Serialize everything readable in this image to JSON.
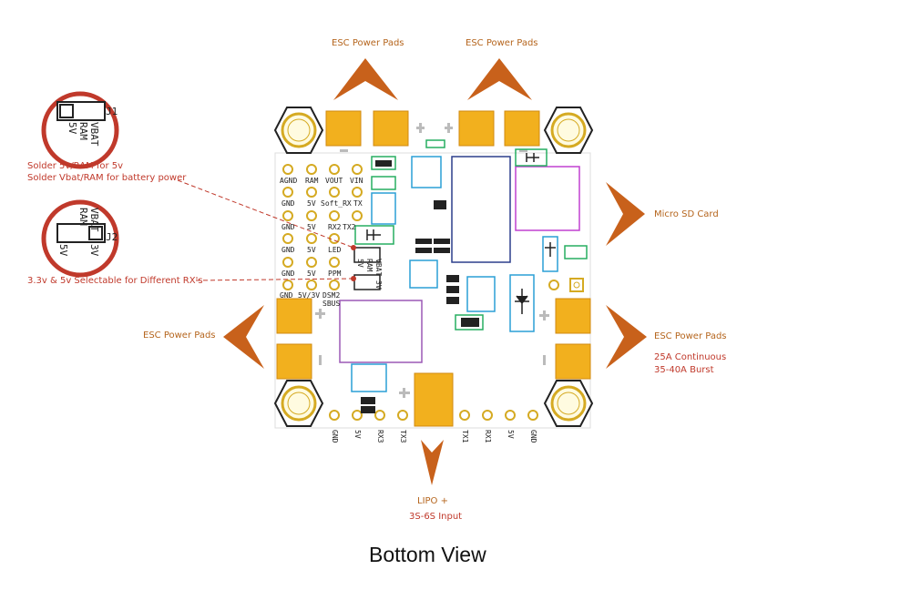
{
  "title": "Bottom View",
  "callouts": {
    "esc_top_left": "ESC Power Pads",
    "esc_top_right": "ESC Power Pads",
    "esc_left": "ESC Power Pads",
    "esc_right": "ESC Power Pads",
    "esc_right_note1": "25A Continuous",
    "esc_right_note2": "35-40A Burst",
    "micro_sd": "Micro SD Card",
    "lipo": "LIPO +",
    "lipo_note": "3S-6S Input",
    "solder_note1": "Solder 5v/RAM for 5v",
    "solder_note2": "Solder Vbat/RAM for battery power",
    "selectable_note": "3.3v & 5v Selectable for Different RX's"
  },
  "zoom1": {
    "labels": [
      "J1",
      "VBAT",
      "RAM",
      "5V"
    ]
  },
  "zoom2": {
    "labels": [
      "VBAT",
      "RAM",
      "3V",
      "5V",
      "J2"
    ]
  },
  "pins_left": [
    [
      "AGND",
      "RAM",
      "VOUT",
      "VIN"
    ],
    [
      "GND",
      "5V",
      "Soft_RX",
      "TX"
    ],
    [
      "GND",
      "5V",
      "RX2",
      "TX2"
    ],
    [
      "GND",
      "5V",
      "LED",
      ""
    ],
    [
      "GND",
      "5V",
      "PPM",
      ""
    ],
    [
      "GND",
      "5V/3V",
      "DSM2",
      ""
    ]
  ],
  "sbus": "SBUS",
  "jumper_labels": [
    "VBAT",
    "RAM",
    "5V",
    "3V"
  ],
  "bottom_pins": [
    "GND",
    "5V",
    "RX3",
    "TX3",
    "TX1",
    "RX1",
    "5V",
    "GND"
  ],
  "pad_plus": "+",
  "pad_minus": "-",
  "colors": {
    "arrow": "#c8611b",
    "pad": "#f2b01e",
    "pad_edge": "#d08a10",
    "callout_text": "#c0392b"
  }
}
